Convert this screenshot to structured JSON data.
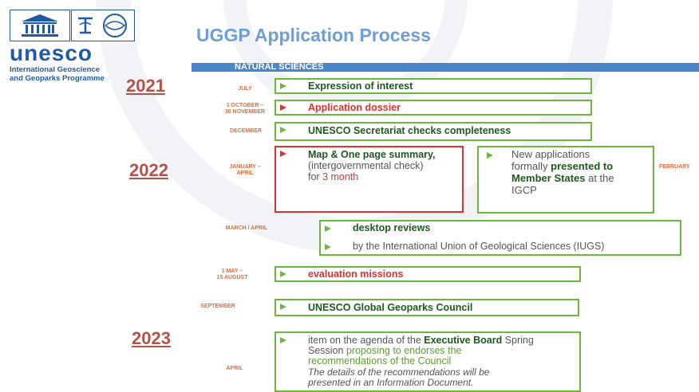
{
  "page_title": "UGGP Application Process",
  "band_label": "NATURAL SCIENCES",
  "logo": {
    "word": "unesco",
    "subtitle_line1": "International Geoscience",
    "subtitle_line2": "and Geoparks Programme"
  },
  "years": {
    "y2021": "2021",
    "y2022": "2022",
    "y2023": "2023"
  },
  "months": {
    "july": "JULY",
    "oct_line1": "1 OCTOBER –",
    "oct_line2": "30 NOVEMBER",
    "december": "DECEMBER",
    "jan_line1": "JANUARY –",
    "jan_line2": "APRIL",
    "february": "FEBRUARY",
    "march_april": "MARCH / APRIL",
    "may_line1": "1 MAY –",
    "may_line2": "15 AUGUST",
    "september": "SEPTEMBER",
    "april": "APRIL"
  },
  "steps": {
    "expression": "Expression of interest",
    "dossier": "Application dossier",
    "secretariat": "UNESCO Secretariat checks completeness",
    "map_line1": "Map & One page summary,",
    "map_line2": "(intergovernmental check)",
    "map_line3_a": "for ",
    "map_line3_b": "3 month",
    "new_line1": "New applications",
    "new_line2_a": "formally ",
    "new_line2_b": "presented to",
    "new_line3_a": "Member States",
    "new_line3_b": " at the",
    "new_line4": "IGCP",
    "desktop": "desktop reviews",
    "iugs": "by the International Union of Geological Sciences (IUGS)",
    "evaluation": "evaluation missions",
    "council": "UNESCO Global Geoparks Council",
    "agenda_line1_a": "item on the agenda of the ",
    "agenda_line1_b": "Executive Board",
    "agenda_line1_c": " Spring",
    "agenda_line2_a": "Session ",
    "agenda_line2_b": "proposing to endorses the",
    "agenda_line3": "recommendations of the Council",
    "agenda_line4": "The details of the recommendations will be",
    "agenda_line5": "presented in an Information Document."
  },
  "colors": {
    "title": "#6f9dd5",
    "band": "#4a86c8",
    "green_border": "#6cb83c",
    "red_border": "#e03030",
    "year": "#b5524a",
    "month": "#e46b3c"
  }
}
